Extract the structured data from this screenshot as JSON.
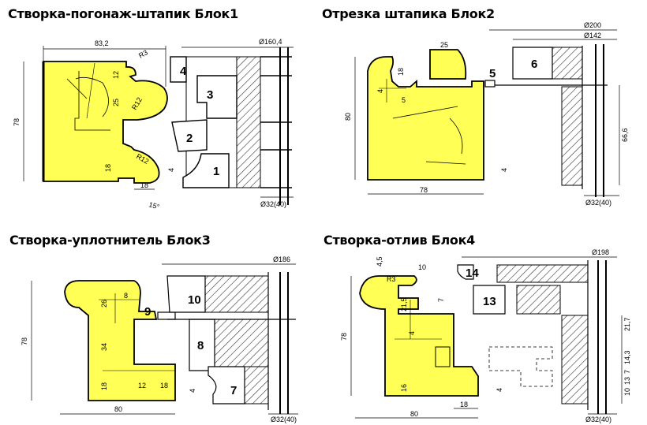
{
  "panels": [
    {
      "title": "Створка-погонаж-штапик Блок1",
      "dims": {
        "width": "83,2",
        "height": "78",
        "diameter": "Ø160,4",
        "shaft": "Ø32(40)",
        "r3": "R3",
        "r12a": "R12",
        "r12b": "R12",
        "d12": "12",
        "d25": "25",
        "d18v": "18",
        "d18h": "18",
        "d4": "4",
        "angle": "15°"
      },
      "knives": [
        "1",
        "2",
        "3",
        "4"
      ]
    },
    {
      "title": "Отрезка штапика Блок2",
      "dims": {
        "d200": "Ø200",
        "d142": "Ø142",
        "d25": "25",
        "d18": "18",
        "d4a": "4",
        "d5": "5",
        "height": "80",
        "width": "78",
        "d4b": "4",
        "d66": "66,6",
        "shaft": "Ø32(40)"
      },
      "knives": [
        "5",
        "6"
      ]
    },
    {
      "title": "Створка-уплотнитель Блок3",
      "dims": {
        "diameter": "Ø186",
        "height": "78",
        "d8": "8",
        "d26": "26",
        "d34": "34",
        "d18v": "18",
        "d12": "12",
        "d18h": "18",
        "d4": "4",
        "width": "80",
        "shaft": "Ø32(40)"
      },
      "knives": [
        "7",
        "8",
        "9",
        "10"
      ]
    },
    {
      "title": "Створка-отлив Блок4",
      "dims": {
        "diameter": "Ø198",
        "d45": "4,5",
        "r3": "R3",
        "d10": "10",
        "d7a": "7",
        "d215": "21,5",
        "d4": "4",
        "height": "78",
        "d16": "16",
        "d4b": "4",
        "width": "80",
        "d18": "18",
        "d217": "21,7",
        "d143": "14,3",
        "d7b": "7",
        "d13": "13",
        "d10b": "10",
        "shaft": "Ø32(40)"
      },
      "knives": [
        "13",
        "14"
      ]
    }
  ],
  "colors": {
    "profile": "#ffff55",
    "outline": "#000000",
    "hatch": "#333333"
  }
}
